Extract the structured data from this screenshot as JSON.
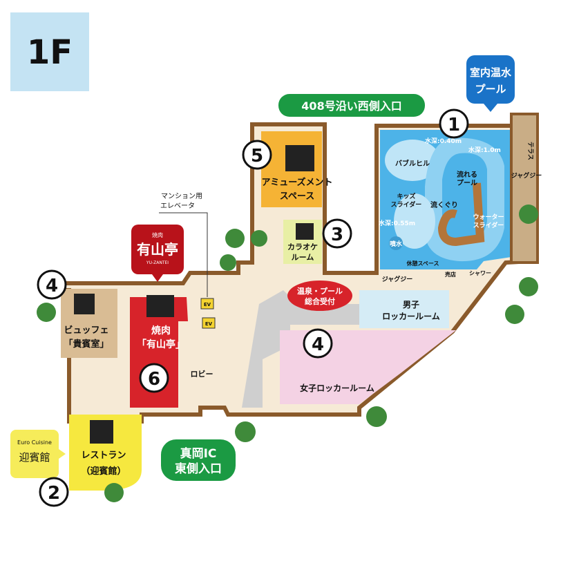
{
  "floor": "1F",
  "entrances": {
    "west": "408号沿い西側入口",
    "east_line1": "真岡IC",
    "east_line2": "東側入口"
  },
  "indoor_pool": {
    "line1": "室内温水",
    "line2": "プール"
  },
  "pool": {
    "depth_040": "水深:0.40m",
    "depth_10": "水深:1.0m",
    "depth_055": "水深:0.55m",
    "bubble_hill": "バブルヒル",
    "lazy_line1": "流れる",
    "lazy_line2": "プール",
    "kids_line1": "キッズ",
    "kids_line2": "スライダー",
    "tunnel": "流くぐり",
    "water_line1": "ウォーター",
    "water_line2": "スライダー",
    "fountain": "噴水",
    "rest": "休憩スペース",
    "shop": "売店",
    "shower": "シャワー",
    "jacuzzi_pool": "ジャグジー",
    "jacuzzi_terrace": "ジャグジー",
    "terrace": "テラス"
  },
  "areas": {
    "amusement_line1": "アミューズメント",
    "amusement_line2": "スペース",
    "karaoke_line1": "カラオケ",
    "karaoke_line2": "ルーム",
    "mansion_elev_line1": "マンション用",
    "mansion_elev_line2": "エレベータ",
    "reception_line1": "温泉・プール",
    "reception_line2": "総合受付",
    "mens_line1": "男子",
    "mens_line2": "ロッカールーム",
    "womens": "女子ロッカールーム",
    "lobby": "ロビー",
    "ev": "EV",
    "buffet_line1": "ビュッフェ",
    "buffet_line2": "「貴賓室」",
    "yakiniku_line1": "焼肉",
    "yakiniku_line2": "「有山亭」",
    "restaurant_line1": "レストラン",
    "restaurant_line2": "（迎賓館）"
  },
  "yuzantei_sign": {
    "small": "焼肉",
    "main": "有山亭",
    "sub": "YU-ZANTEI"
  },
  "geihinkan_sign": {
    "small": "Euro Cuisine",
    "main": "迎賓館"
  },
  "markers": [
    "1",
    "2",
    "3",
    "4",
    "4",
    "5",
    "6"
  ],
  "colors": {
    "wall": "#8a5a2b",
    "pool": "#4db3e8",
    "amusement": "#f5b335",
    "karaoke": "#e8efa5",
    "yakiniku": "#d7232a",
    "buffet": "#d9bc94",
    "restaurant": "#f6e83f",
    "womens": "#f4d2e4",
    "mens": "#d5ecf6",
    "entrance_green": "#1b9a43",
    "floor_badge": "#c4e3f3"
  }
}
